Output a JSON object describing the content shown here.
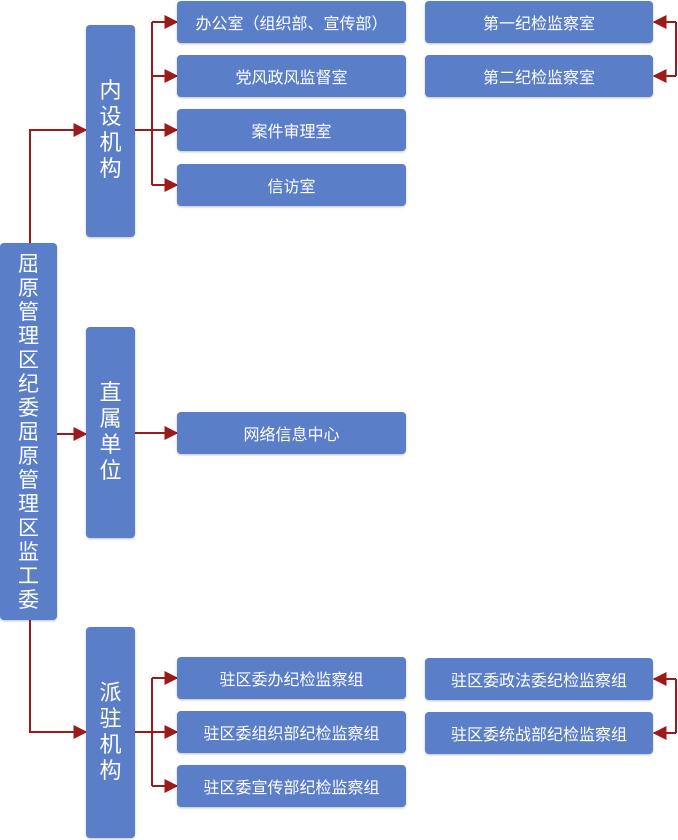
{
  "colors": {
    "box": "#5b7ec8",
    "connector": "#9b1b1b"
  },
  "root": {
    "label": "屈原管理区纪委 屈原管理区监工委"
  },
  "groups": [
    {
      "label": "内设机构",
      "units": [
        "办公室（组织部、宣传部）",
        "党风政风监督室",
        "案件审理室",
        "信访室"
      ],
      "side_units": [
        "第一纪检监察室",
        "第二纪检监察室"
      ]
    },
    {
      "label": "直属单位",
      "units": [
        "网络信息中心"
      ],
      "side_units": []
    },
    {
      "label": "派驻机构",
      "units": [
        "驻区委办纪检监察组",
        "驻区委组织部纪检监察组",
        "驻区委宣传部纪检监察组"
      ],
      "side_units": [
        "驻区委政法委纪检监察组",
        "驻区委统战部纪检监察组"
      ]
    }
  ]
}
